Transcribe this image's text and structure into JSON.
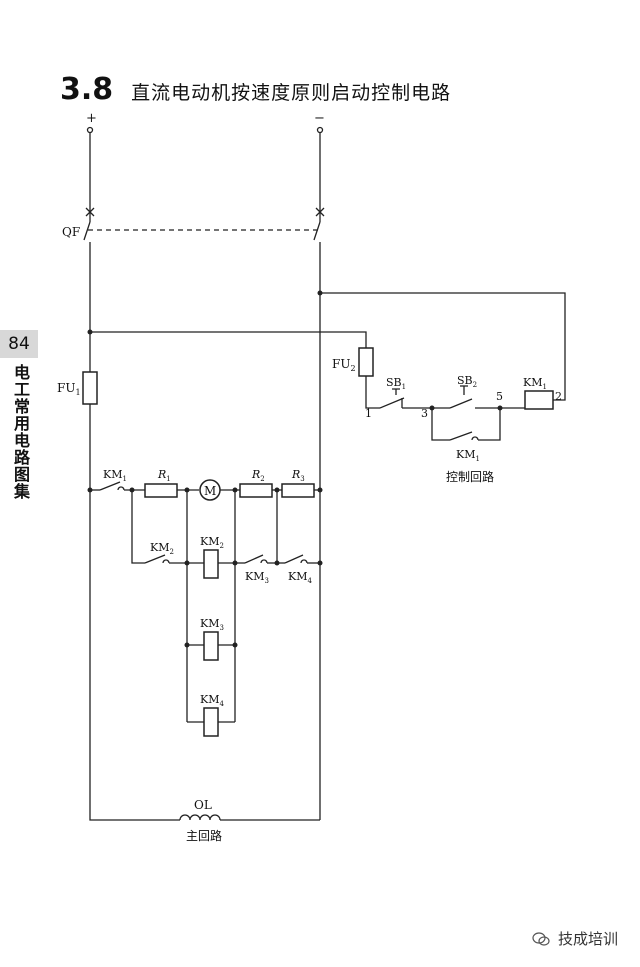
{
  "section": {
    "number": "3.8",
    "title": "直流电动机按速度原则启动控制电路"
  },
  "side_tab": {
    "page_number": "84",
    "book_title": "电工常用电路图集"
  },
  "circuit": {
    "terminals": {
      "positive": "+",
      "negative": "−"
    },
    "breaker": "QF",
    "fuse_main": "FU",
    "fuse_main_sub": "1",
    "fuse_control": "FU",
    "fuse_control_sub": "2",
    "motor_symbol": "M",
    "overload": "OL",
    "main_circuit_label": "主回路",
    "control_circuit_label": "控制回路",
    "resistors": [
      {
        "label": "R",
        "sub": "1"
      },
      {
        "label": "R",
        "sub": "2"
      },
      {
        "label": "R",
        "sub": "3"
      }
    ],
    "contacts": [
      {
        "label": "KM",
        "sub": "1"
      },
      {
        "label": "KM",
        "sub": "2"
      },
      {
        "label": "KM",
        "sub": "3"
      },
      {
        "label": "KM",
        "sub": "4"
      }
    ],
    "coils": [
      {
        "label": "KM",
        "sub": "2"
      },
      {
        "label": "KM",
        "sub": "3"
      },
      {
        "label": "KM",
        "sub": "4"
      }
    ],
    "control": {
      "stop_button": {
        "label": "SB",
        "sub": "1"
      },
      "start_button": {
        "label": "SB",
        "sub": "2"
      },
      "hold_contact": {
        "label": "KM",
        "sub": "1"
      },
      "coil": {
        "label": "KM",
        "sub": "1"
      },
      "nodes": [
        "1",
        "3",
        "5",
        "2"
      ]
    }
  },
  "watermark": {
    "text": "技成培训",
    "icon": "wechat-icon"
  }
}
